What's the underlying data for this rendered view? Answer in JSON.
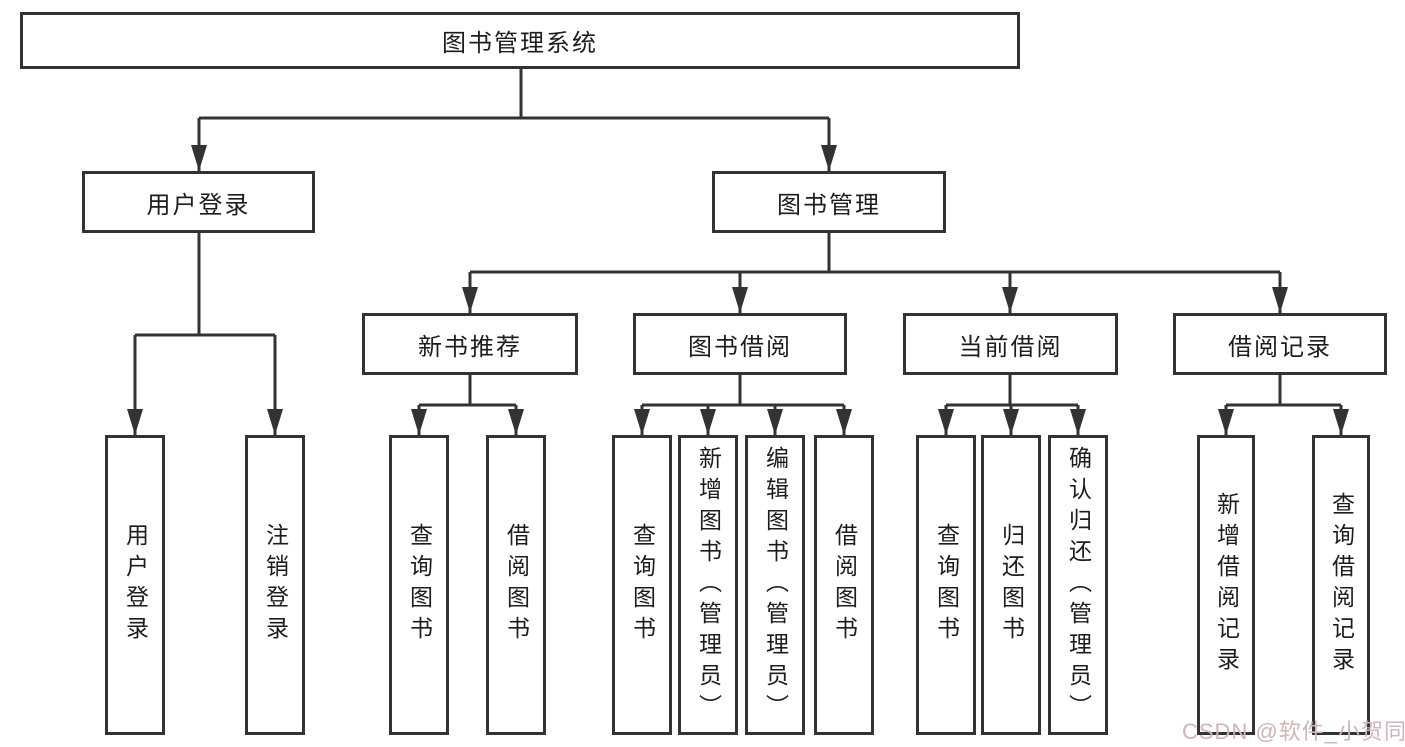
{
  "diagram": {
    "root": "图书管理系统",
    "level2": [
      {
        "label": "用户登录"
      },
      {
        "label": "图书管理"
      }
    ],
    "level3": [
      {
        "label": "新书推荐"
      },
      {
        "label": "图书借阅"
      },
      {
        "label": "当前借阅"
      },
      {
        "label": "借阅记录"
      }
    ],
    "leafGroups": [
      {
        "parent": "用户登录",
        "items": [
          "用户登录",
          "注销登录"
        ]
      },
      {
        "parent": "新书推荐",
        "items": [
          "查询图书",
          "借阅图书"
        ]
      },
      {
        "parent": "图书借阅",
        "items": [
          "查询图书",
          "新增图书（管理员）",
          "编辑图书（管理员）",
          "借阅图书"
        ]
      },
      {
        "parent": "当前借阅",
        "items": [
          "查询图书",
          "归还图书",
          "确认归还（管理员）"
        ]
      },
      {
        "parent": "借阅记录",
        "items": [
          "新增借阅记录",
          "查询借阅记录"
        ]
      }
    ]
  },
  "watermark": {
    "text": "CSDN @软件_小贺同学"
  },
  "colors": {
    "line": "#333333",
    "border": "#333333",
    "text": "#1d1d1d",
    "background": "#ffffff",
    "watermark": "#cfb5b5"
  }
}
